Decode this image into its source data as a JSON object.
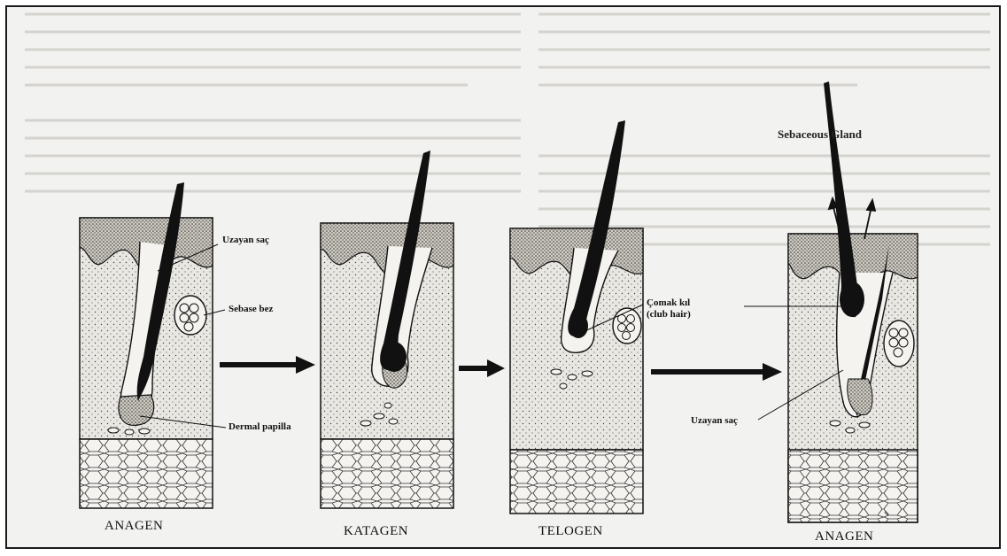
{
  "stages": [
    {
      "label": "ANAGEN"
    },
    {
      "label": "KATAGEN"
    },
    {
      "label": "TELOGEN"
    },
    {
      "label": "ANAGEN"
    }
  ],
  "annotations": {
    "uzayan_sac_1": "Uzayan saç",
    "sebase_bez": "Sebase bez",
    "dermal_papilla": "Dermal papilla",
    "comak_kil": "Çomak kıl",
    "club_hair": "(club hair)",
    "uzayan_sac_2": "Uzayan saç"
  },
  "background_text": {
    "heading": "Sebaceous Gland"
  },
  "colors": {
    "ink": "#111111",
    "paper": "#f2f2f0",
    "dermis": "#e9e7e2",
    "epidermis": "#d9d6cf"
  }
}
